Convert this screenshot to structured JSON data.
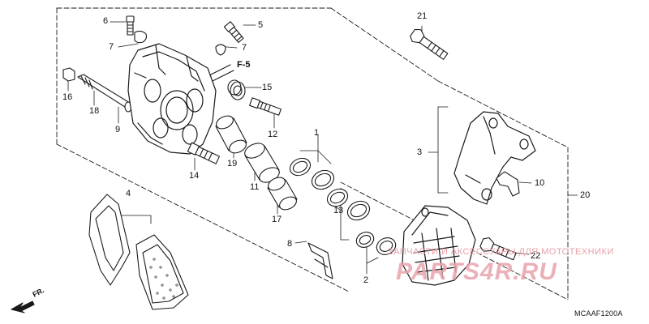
{
  "diagram_code": "MCAAF1200A",
  "frame_ref": "F-5",
  "direction": "FR.",
  "watermark": {
    "line1": "ЗАПЧАСТИ И АКСЕССУАРЫ ДЛЯ МОТОТЕХНИКИ",
    "line2": "PARTS4R.RU",
    "color": "#e9a3ad"
  },
  "callouts": [
    "6",
    "5",
    "7",
    "7",
    "15",
    "16",
    "18",
    "9",
    "12",
    "14",
    "19",
    "11",
    "17",
    "1",
    "13",
    "3",
    "21",
    "10",
    "20",
    "4",
    "8",
    "2",
    "22"
  ]
}
